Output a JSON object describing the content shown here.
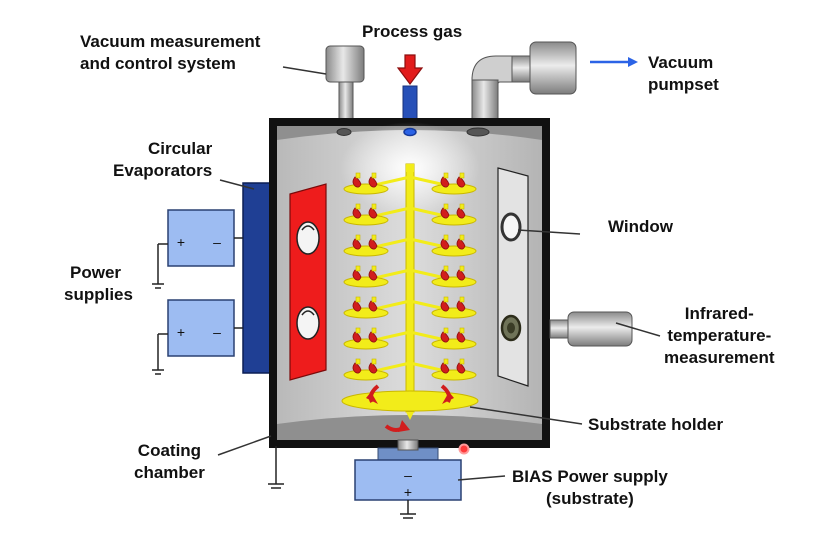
{
  "labels": {
    "vacuum_measurement": [
      "Vacuum measurement",
      "and control system"
    ],
    "process_gas": "Process gas",
    "vacuum_pumpset": [
      "Vacuum",
      "pumpset"
    ],
    "circular_evaporators": [
      "Circular",
      "Evaporators"
    ],
    "power_supplies": [
      "Power",
      "supplies"
    ],
    "window": "Window",
    "infrared": [
      "Infrared-",
      "temperature-",
      "measurement"
    ],
    "substrate_holder": "Substrate holder",
    "coating_chamber": [
      "Coating",
      "chamber"
    ],
    "bias_power_supply": [
      "BIAS Power supply",
      "(substrate)"
    ]
  },
  "symbols": {
    "plus": "+",
    "minus": "–"
  },
  "colors": {
    "chamber_gray": "#c4c4c4",
    "evaporator_red": "#ee1c1c",
    "holder_yellow": "#f2ec1a",
    "arrow_blue": "#2b63e6",
    "supply_blue": "#9dbcf2",
    "flange_blue": "#1f3f94"
  }
}
